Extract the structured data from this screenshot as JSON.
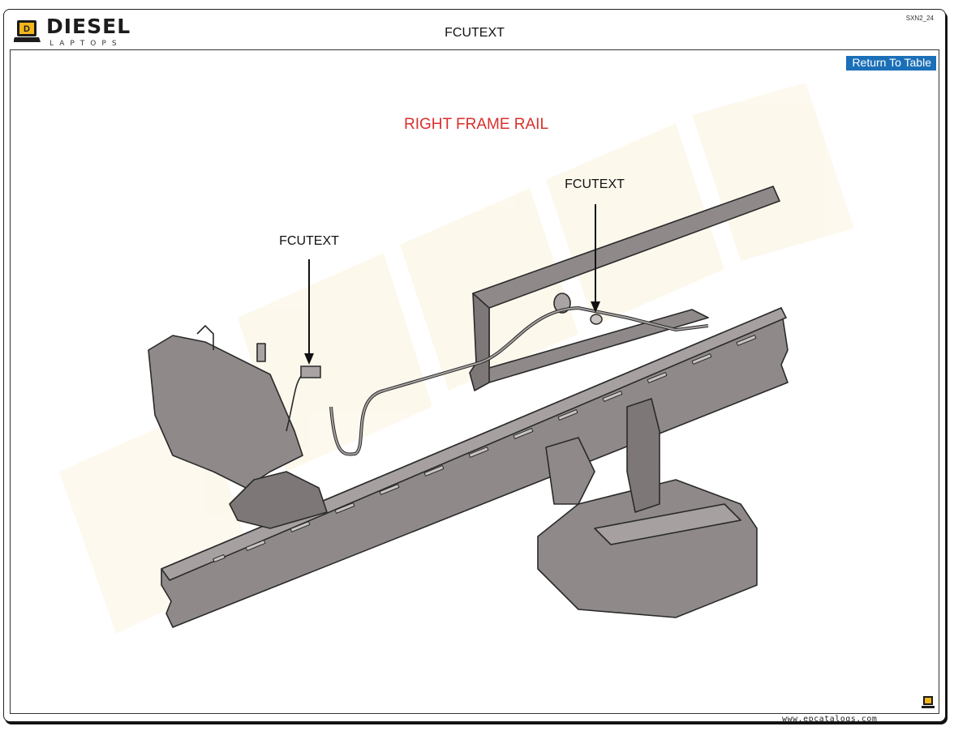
{
  "header": {
    "logo_text": "DIESEL",
    "logo_sub": "LAPTOPS",
    "title": "FCUTEXT",
    "page_code": "SXN2_24"
  },
  "toolbar": {
    "return_label": "Return To Table"
  },
  "diagram": {
    "heading": "RIGHT FRAME RAIL",
    "callout_left": "FCUTEXT",
    "callout_right": "FCUTEXT",
    "colors": {
      "heading": "#d9302c",
      "component_fill": "#8f8a89",
      "outline": "#2a2a2a"
    }
  },
  "footer": {
    "url": "www.epcatalogs.com"
  }
}
